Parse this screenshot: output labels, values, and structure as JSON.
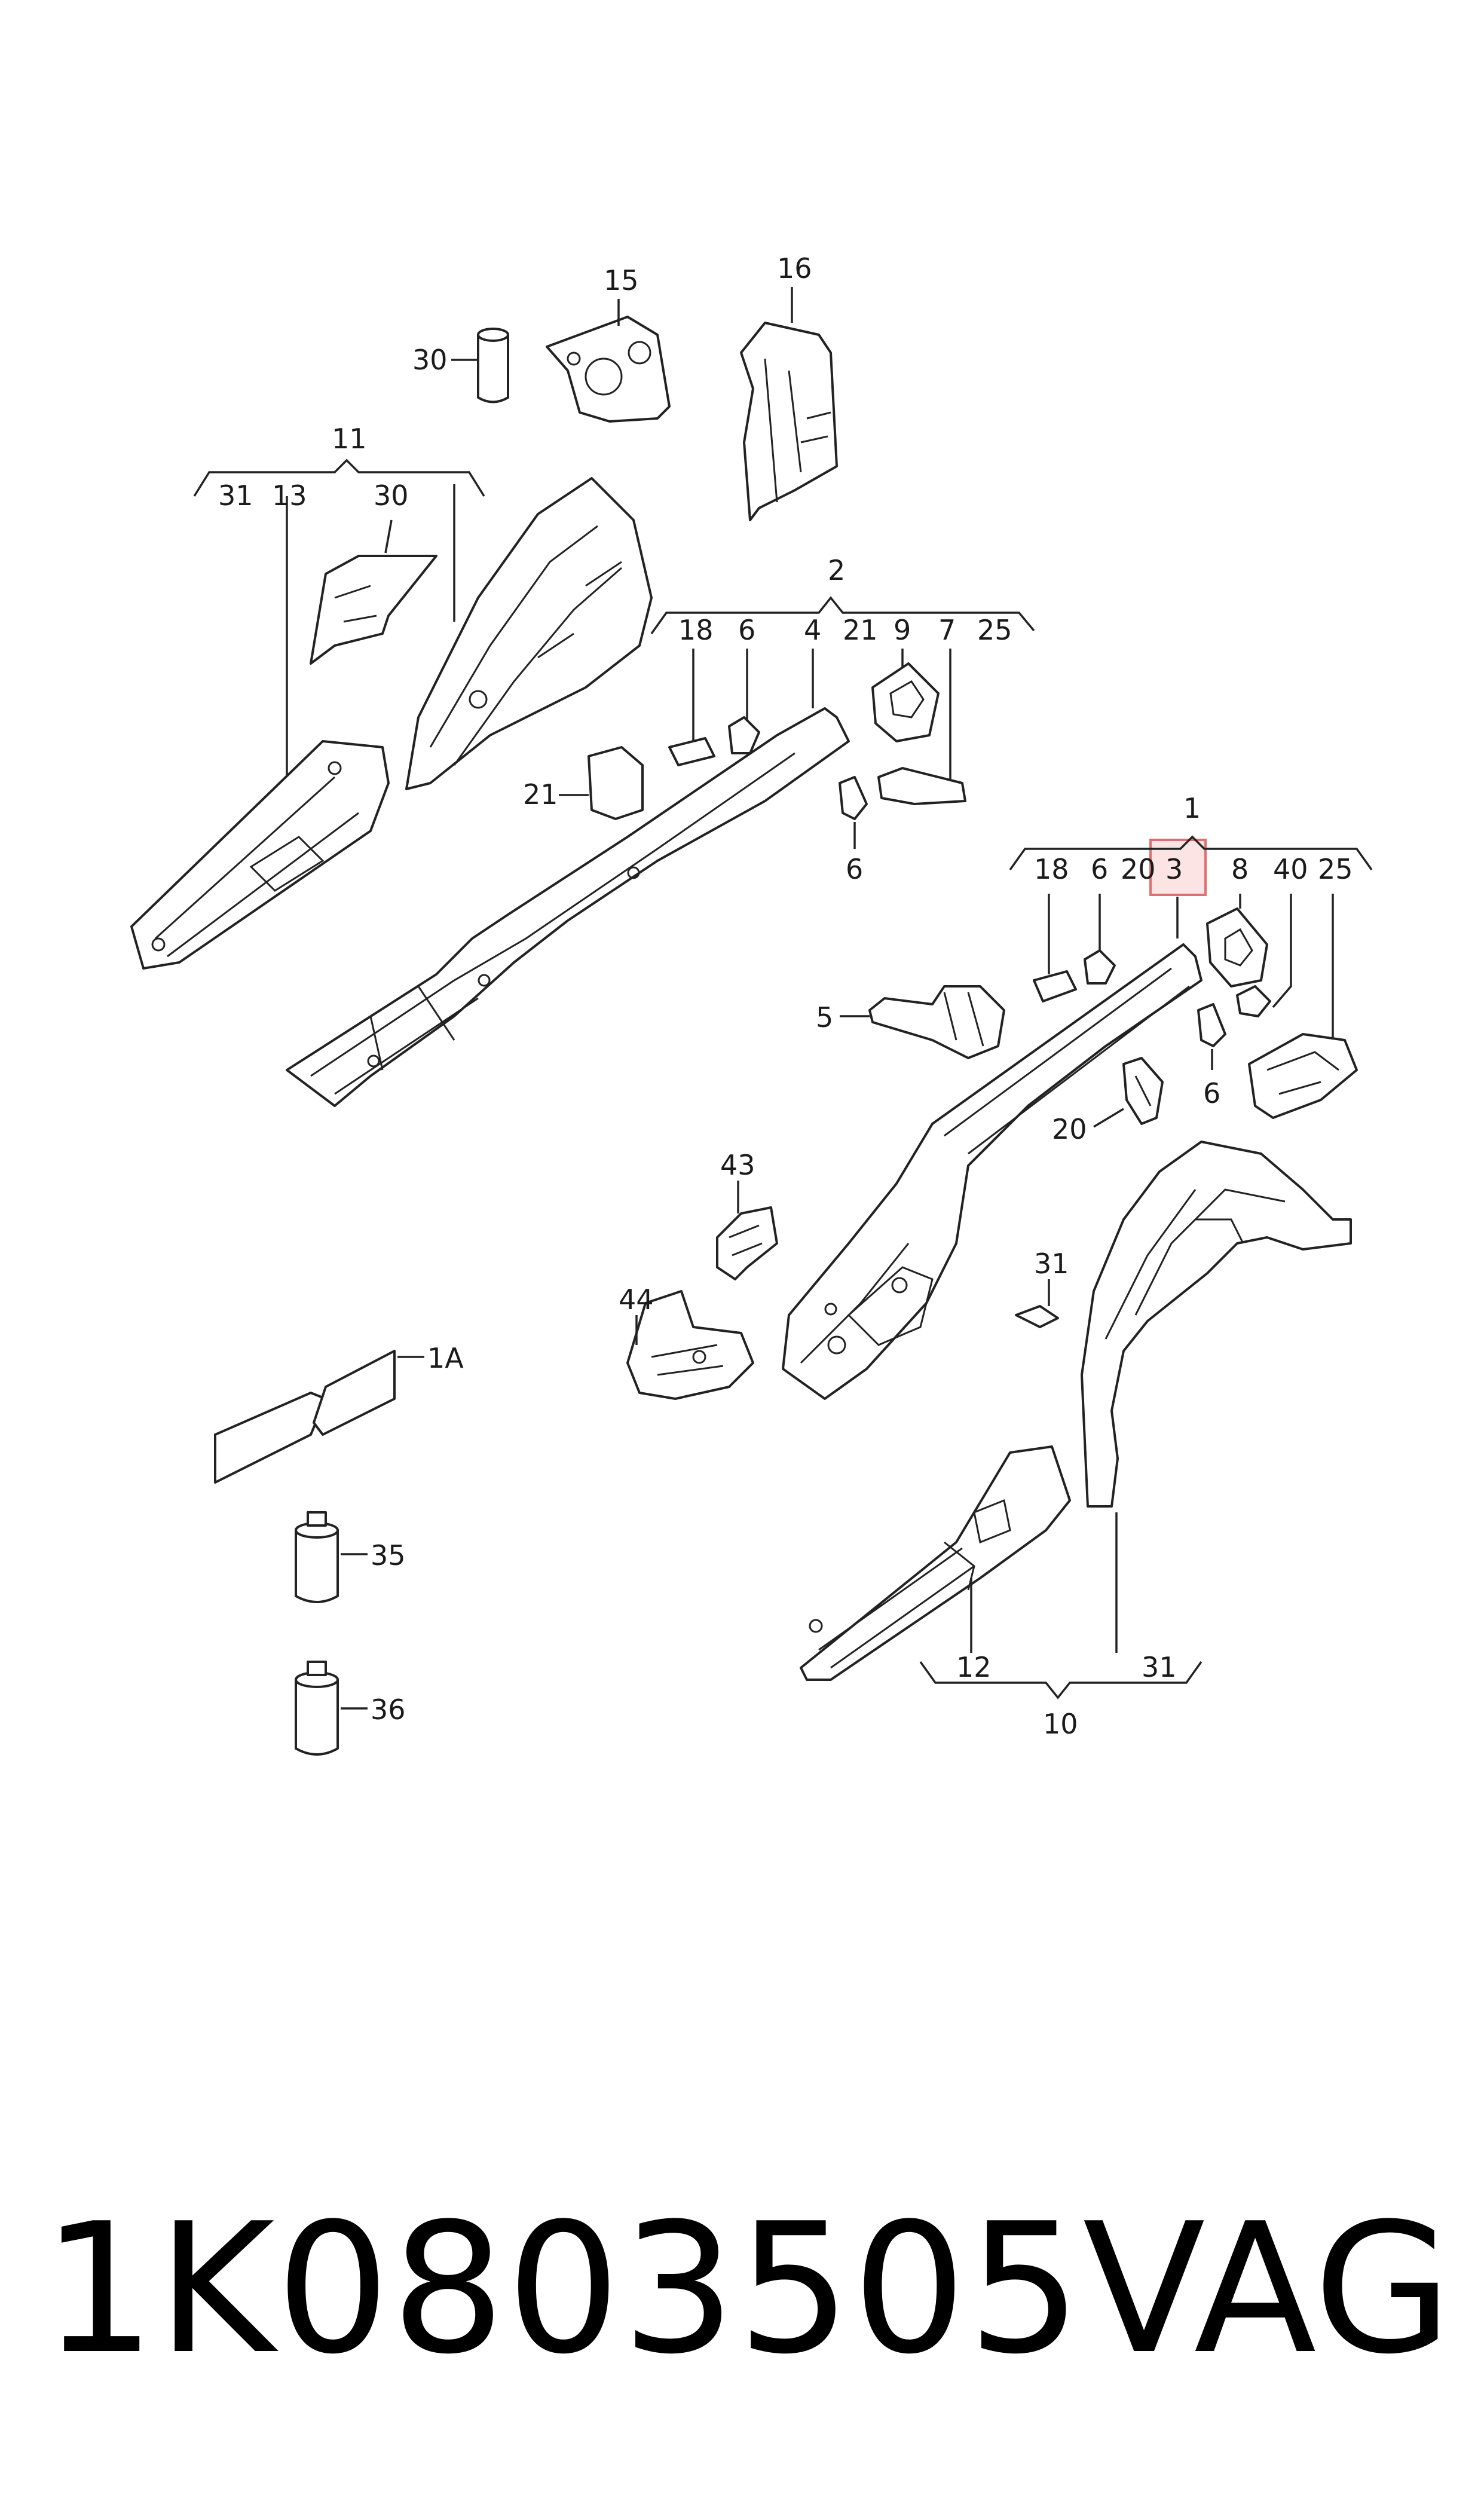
{
  "labels": {
    "l15": "15",
    "l16": "16",
    "l30a": "30",
    "l11": "11",
    "l31a": "31",
    "l13": "13",
    "l30b": "30",
    "l2": "2",
    "l18a": "18",
    "l6a": "6",
    "l4": "4",
    "l21a": "21",
    "l9": "9",
    "l7": "7",
    "l25a": "25",
    "l21b": "21",
    "l6b": "6",
    "l1": "1",
    "l18b": "18",
    "l6c": "6",
    "l20a": "20",
    "l3": "3",
    "l8": "8",
    "l40": "40",
    "l25b": "25",
    "l5": "5",
    "l6d": "6",
    "l20b": "20",
    "l43": "43",
    "l44": "44",
    "l1A": "1A",
    "l31b": "31",
    "l35": "35",
    "l36": "36",
    "l12": "12",
    "l31c": "31",
    "l10": "10"
  },
  "highlighted_callout": "3",
  "footer": {
    "part_number": "1K0803505",
    "brand": "VAG"
  }
}
